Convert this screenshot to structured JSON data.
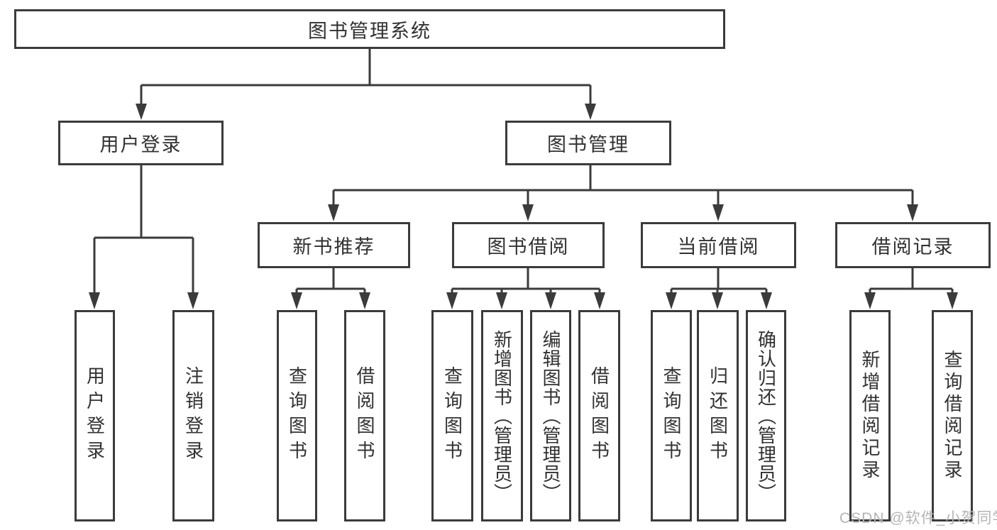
{
  "diagram": {
    "type": "hierarchy-tree",
    "colors": {
      "line": "#3b3b3d",
      "box_border": "#3b3b3d",
      "text": "#313133",
      "background": "#ffffff",
      "watermark_text": "#b5b5b5"
    },
    "tree": {
      "root": {
        "label": "图书管理系统"
      },
      "branches": [
        {
          "label": "用户登录",
          "children": [
            {
              "label": "用户登录"
            },
            {
              "label": "注销登录"
            }
          ]
        },
        {
          "label": "图书管理",
          "sections": [
            {
              "label": "新书推荐",
              "children": [
                {
                  "label": "查询图书"
                },
                {
                  "label": "借阅图书"
                }
              ]
            },
            {
              "label": "图书借阅",
              "children": [
                {
                  "label": "查询图书"
                },
                {
                  "label": "新增图书（管理员）"
                },
                {
                  "label": "编辑图书（管理员）"
                },
                {
                  "label": "借阅图书"
                }
              ]
            },
            {
              "label": "当前借阅",
              "children": [
                {
                  "label": "查询图书"
                },
                {
                  "label": "归还图书"
                },
                {
                  "label": "确认归还（管理员）"
                }
              ]
            },
            {
              "label": "借阅记录",
              "children": [
                {
                  "label": "新增借阅记录"
                },
                {
                  "label": "查询借阅记录"
                }
              ]
            }
          ]
        }
      ]
    },
    "watermark": "CSDN @软件_小贺同学"
  }
}
